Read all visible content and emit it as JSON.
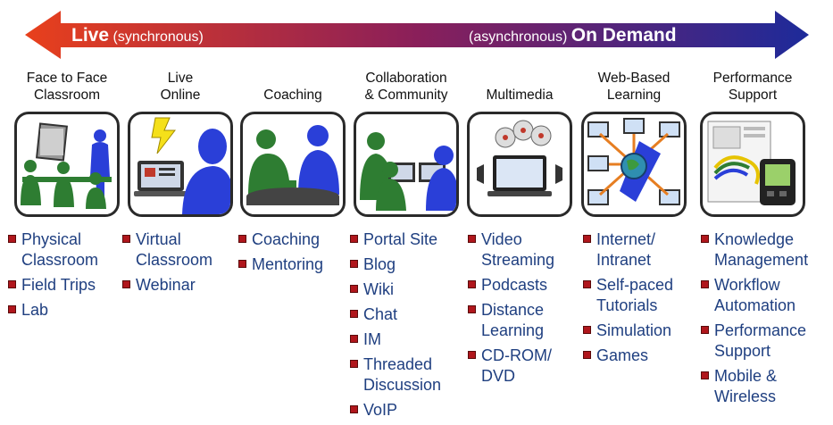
{
  "banner": {
    "left_strong": "Live",
    "left_sub": "(synchronous)",
    "right_sub": "(asynchronous)",
    "right_strong": "On Demand",
    "color_left": "#e8401c",
    "color_mid": "#8a1f5a",
    "color_right": "#1d2a9a"
  },
  "columns": [
    {
      "title": "Face to Face\nClassroom",
      "icon": "classroom-icon",
      "items": [
        "Physical\nClassroom",
        "Field Trips",
        "Lab"
      ]
    },
    {
      "title": "Live\nOnline",
      "icon": "live-online-icon",
      "items": [
        "Virtual\nClassroom",
        "Webinar"
      ]
    },
    {
      "title": "Coaching",
      "icon": "coaching-icon",
      "items": [
        "Coaching",
        "Mentoring"
      ]
    },
    {
      "title": "Collaboration\n& Community",
      "icon": "collaboration-icon",
      "items": [
        "Portal Site",
        "Blog",
        "Wiki",
        "Chat",
        "IM",
        "Threaded\nDiscussion",
        "VoIP"
      ]
    },
    {
      "title": "Multimedia",
      "icon": "multimedia-icon",
      "items": [
        "Video\nStreaming",
        "Podcasts",
        "Distance\nLearning",
        "CD-ROM/\nDVD"
      ]
    },
    {
      "title": "Web-Based\nLearning",
      "icon": "web-network-icon",
      "items": [
        "Internet/\nIntranet",
        "Self-paced\nTutorials",
        "Simulation",
        "Games"
      ]
    },
    {
      "title": "Performance\nSupport",
      "icon": "performance-support-icon",
      "items": [
        "Knowledge\nManagement",
        "Workflow\nAutomation",
        "Performance\nSupport",
        "Mobile &\nWireless"
      ]
    }
  ],
  "colors": {
    "figure_green": "#2e7d32",
    "figure_blue": "#2a3fd8",
    "bullet": "#b0161c",
    "item_text": "#1f3f80"
  }
}
